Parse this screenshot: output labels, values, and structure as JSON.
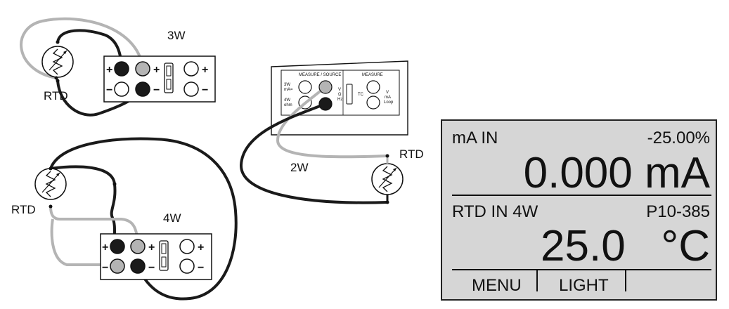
{
  "labels": {
    "three_wire": "3W",
    "four_wire": "4W",
    "two_wire": "2W",
    "rtd": "RTD",
    "plus": "+",
    "minus": "−"
  },
  "calibrator_panel": {
    "measure_source": "MEASURE / SOURCE",
    "measure": "MEASURE",
    "left_3w": "3W",
    "left_ma": "mA=",
    "left_4w": "4W",
    "left_ohm": "ohm",
    "mid_v": "V",
    "mid_omega": "Ω",
    "mid_hz": "Hz",
    "tc": "TC",
    "right_v": "V",
    "right_ma": "mA",
    "right_loop": "Loop"
  },
  "display": {
    "mode_top": "mA IN",
    "percent": "-25.00%",
    "reading_top": "0.000 mA",
    "mode_bottom": "RTD IN 4W",
    "probe_type": "P10-385",
    "reading_bottom_value": "25.0",
    "reading_bottom_unit": "°C",
    "softkey_menu": "MENU",
    "softkey_light": "LIGHT"
  },
  "colors": {
    "black_lead": "#1a1a1a",
    "gray_lead": "#b4b4b4",
    "lcd_background": "#d6d6d6"
  }
}
